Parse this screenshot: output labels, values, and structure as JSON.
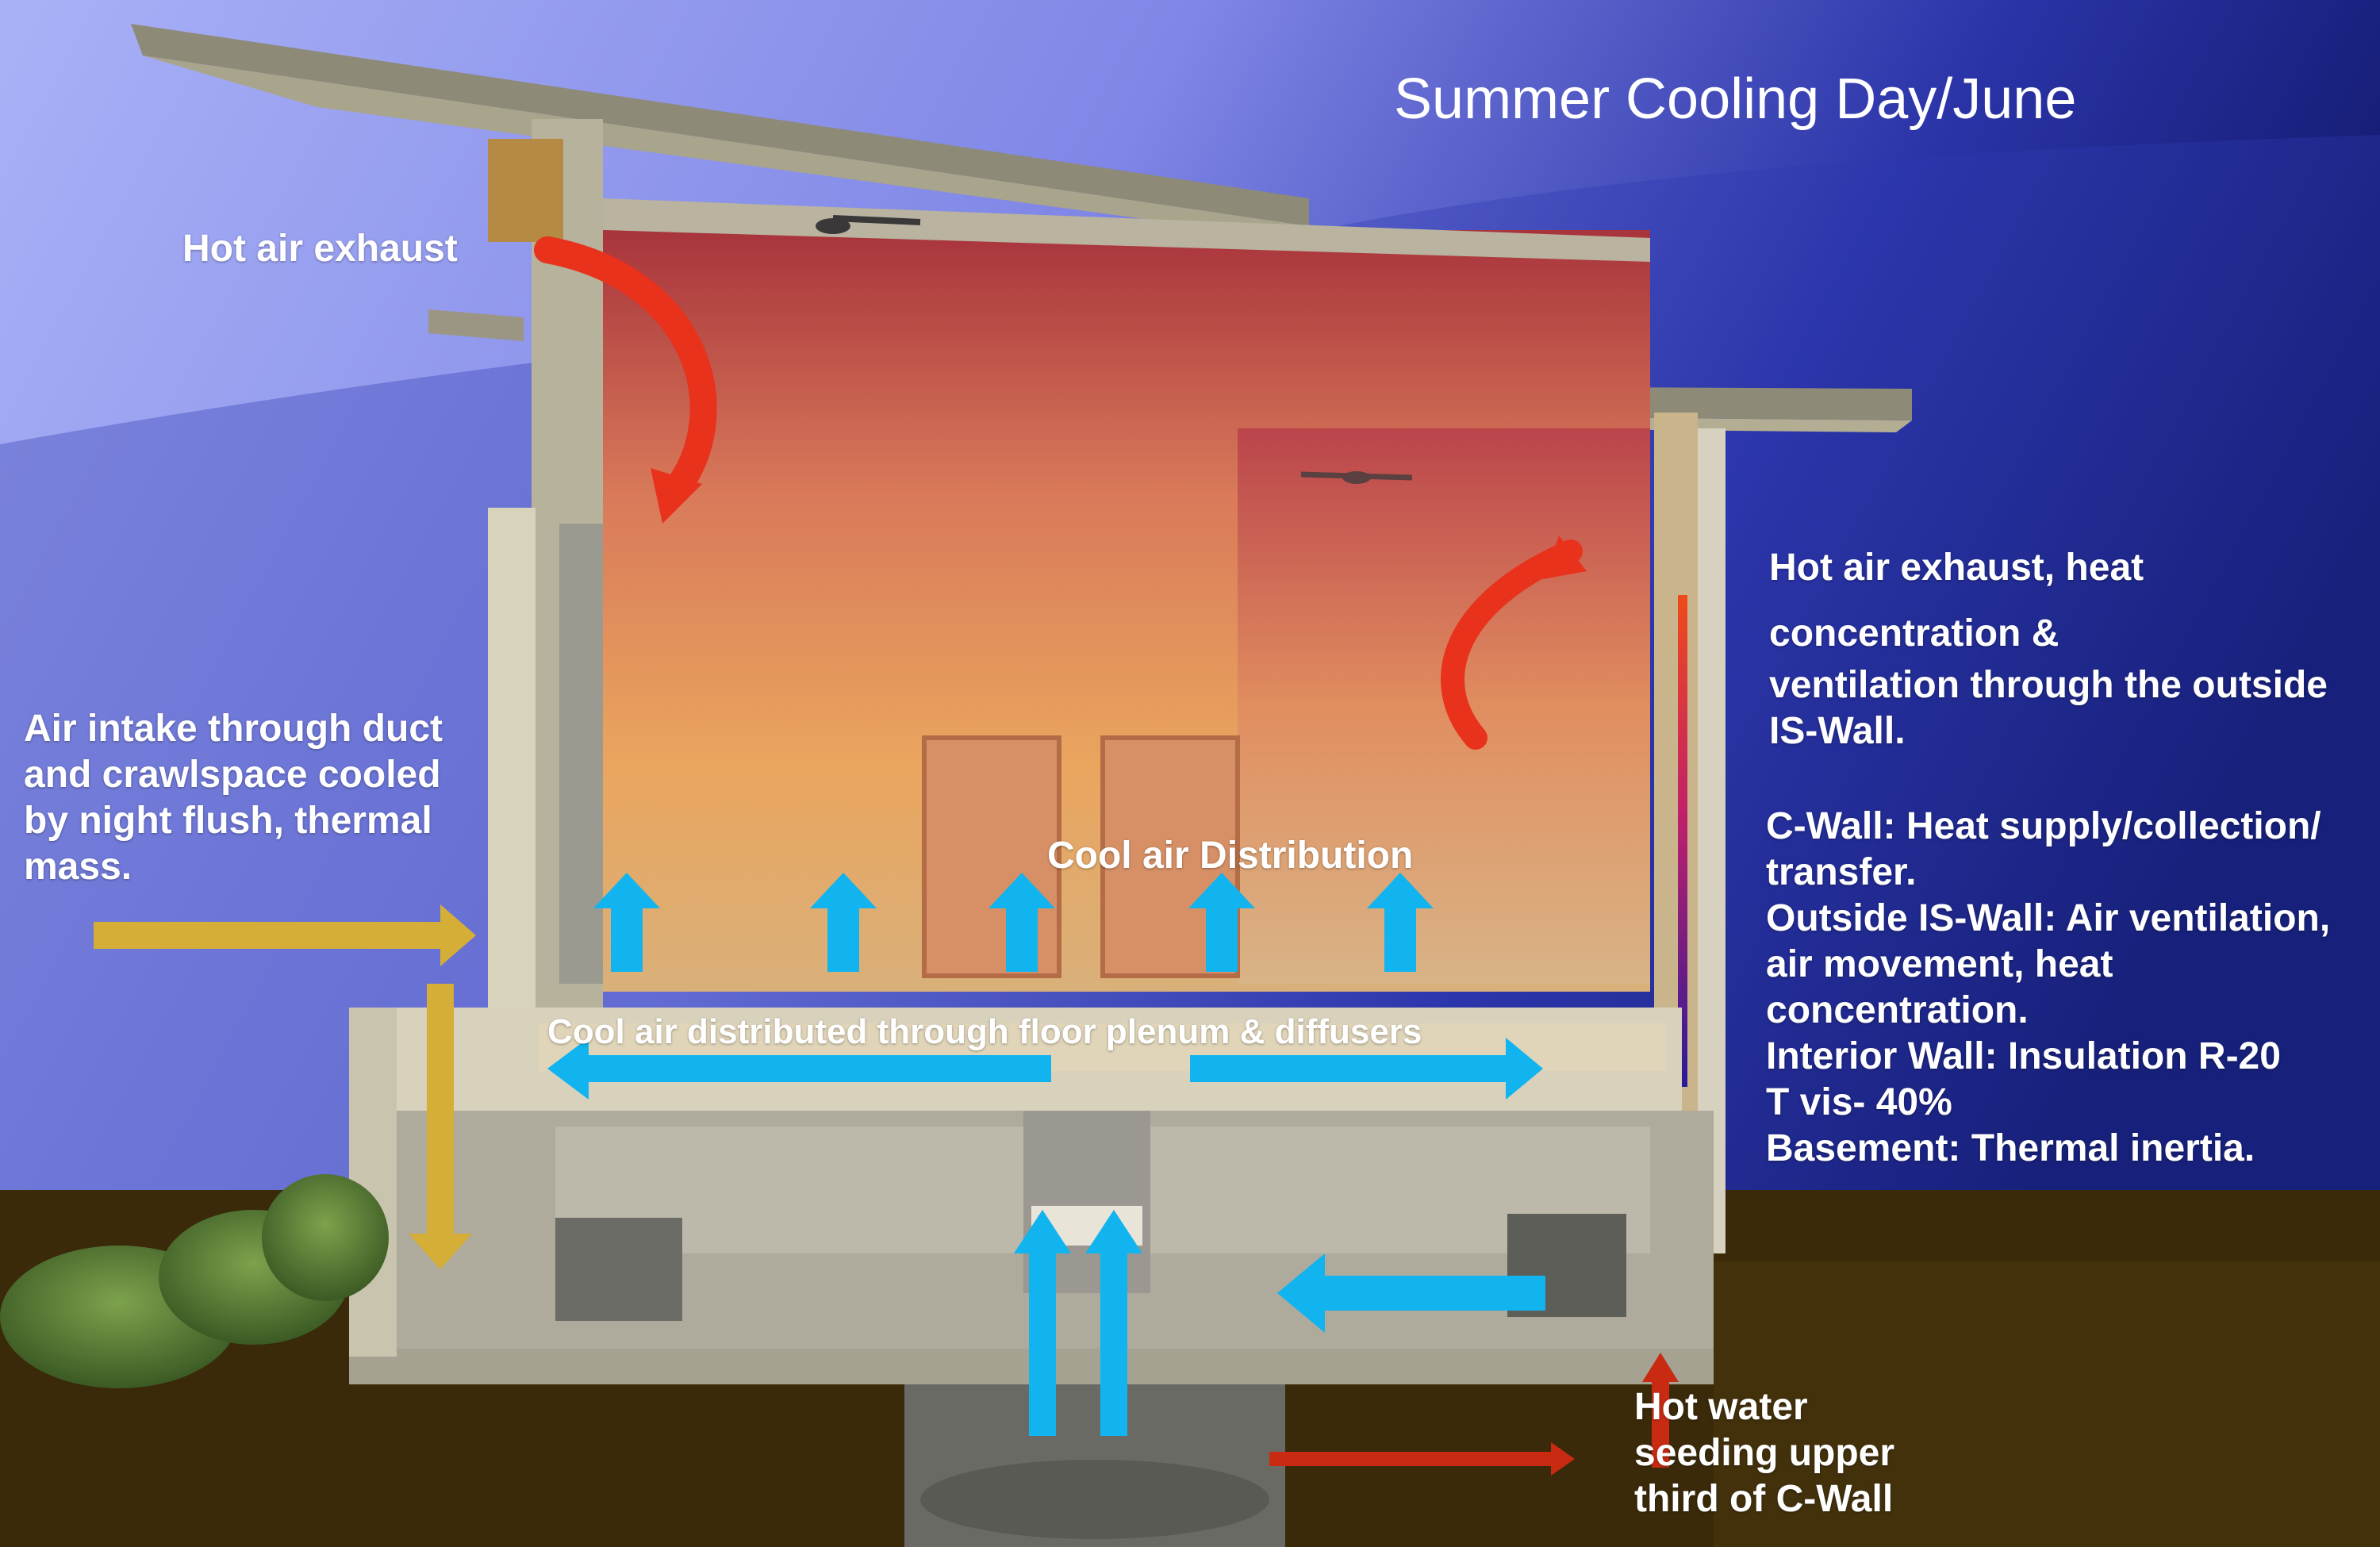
{
  "title": "Summer Cooling Day/June",
  "labels": {
    "hot_air_exhaust": "Hot air exhaust",
    "air_intake": "Air intake through duct\nand crawlspace cooled\nby night flush, thermal\nmass.",
    "cool_air_distribution": "Cool air Distribution",
    "floor_plenum": "Cool air distributed through floor plenum & diffusers",
    "right_exhaust_1": "Hot air exhaust, heat",
    "right_exhaust_2": "concentration  &",
    "right_exhaust_3": "ventilation through the outside\nIS-Wall.",
    "wall_notes": "C-Wall: Heat supply/collection/\ntransfer.\nOutside IS-Wall: Air ventilation,\nair movement, heat\nconcentration.\nInterior Wall: Insulation R-20\nT vis- 40%\nBasement: Thermal inertia.",
    "hot_water": "Hot water\nseeding upper\nthird of C-Wall"
  },
  "colors": {
    "cool_air_arrow": "#11b4ef",
    "intake_arrow": "#d4ae36",
    "hot_air_arrow": "#e8321c",
    "hot_water_arrow": "#c82a12",
    "sky_light": "#9aa4f4",
    "sky_dark": "#0c1460",
    "ground": "#3a2a0a"
  }
}
